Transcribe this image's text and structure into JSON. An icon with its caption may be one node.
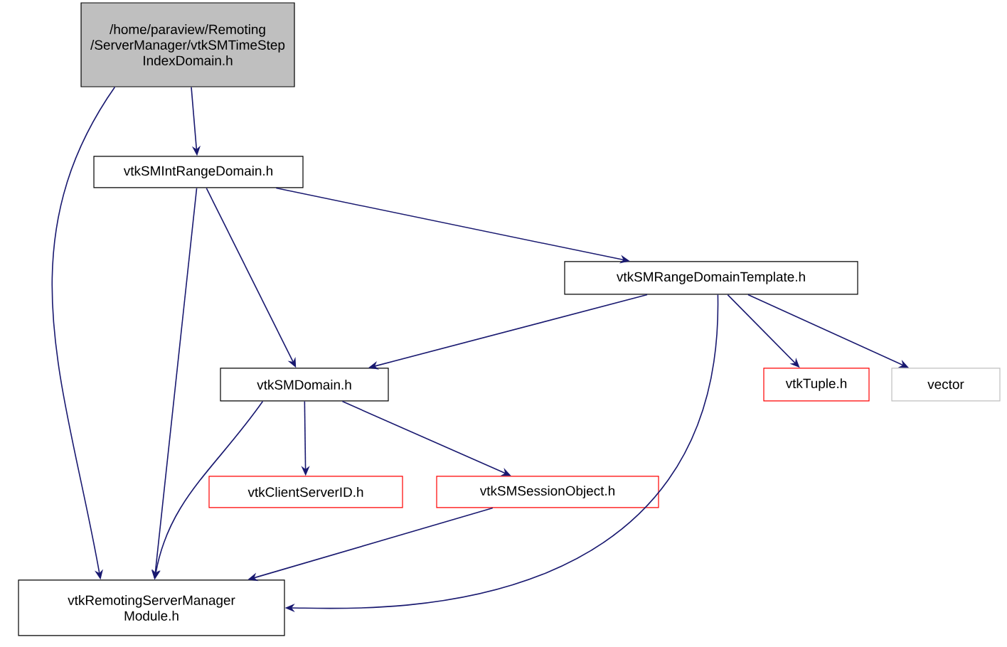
{
  "diagram": {
    "nodes": [
      {
        "text": [
          "/home/paraview/Remoting /ServerManager/vtkSMTimeStep IndexDomain.h"
        ]
      },
      {
        "text": [
          "vtkSMIntRangeDomain.h"
        ]
      },
      {
        "text": [
          "vtkSMRangeDomainTemplate.h"
        ]
      },
      {
        "text": [
          "vtkSMDomain.h"
        ]
      },
      {
        "text": [
          "vtkTuple.h"
        ]
      },
      {
        "text": [
          "vector"
        ]
      },
      {
        "text": [
          "vtkClientServerID.h"
        ]
      },
      {
        "text": [
          "vtkSMSessionObject.h"
        ]
      },
      {
        "text": [
          "vtkRemotingServerManager Module.h"
        ]
      }
    ],
    "edges": [
      {
        "from": 0,
        "to": 1,
        "arrow": "to"
      },
      {
        "from": 0,
        "to": 8,
        "arrow": "to"
      },
      {
        "from": 1,
        "to": 2,
        "arrow": "to"
      },
      {
        "from": 1,
        "to": 3,
        "arrow": "to"
      },
      {
        "from": 1,
        "to": 8,
        "arrow": "to"
      },
      {
        "from": 2,
        "to": 3,
        "arrow": "to"
      },
      {
        "from": 2,
        "to": 4,
        "arrow": "to"
      },
      {
        "from": 2,
        "to": 5,
        "arrow": "to"
      },
      {
        "from": 2,
        "to": 8,
        "arrow": "to"
      },
      {
        "from": 3,
        "to": 6,
        "arrow": "to"
      },
      {
        "from": 3,
        "to": 7,
        "arrow": "to"
      },
      {
        "from": 3,
        "to": 8,
        "arrow": "to"
      },
      {
        "from": 7,
        "to": 8,
        "arrow": "to"
      }
    ]
  }
}
